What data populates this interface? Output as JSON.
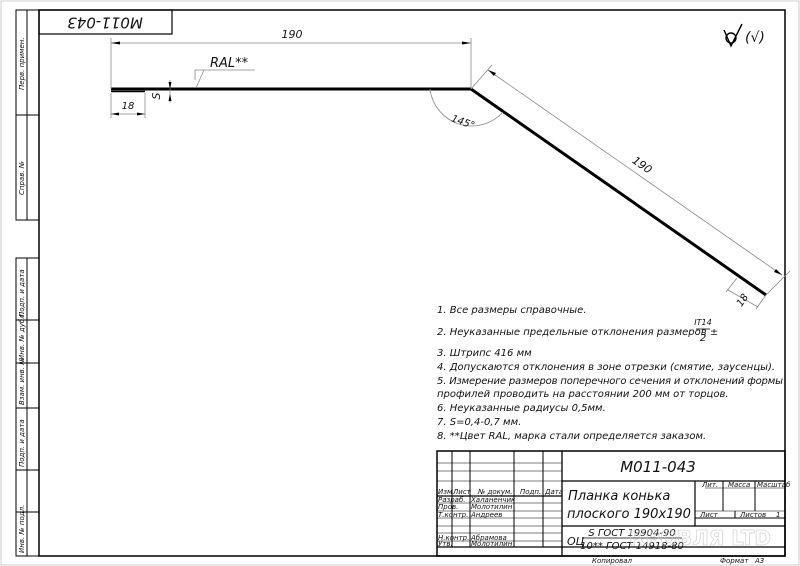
{
  "drawing": {
    "code": "М011-043",
    "code_rotated": "М011-043",
    "title_line1": "Планка конька",
    "title_line2": "плоского  190х190",
    "material_prefix": "ОЦ",
    "material_top": "S ГОСТ 19904-90",
    "material_bottom": "10** ГОСТ 14918-80",
    "format_label": "Формат",
    "format_value": "А3",
    "copied_label": "Копировал",
    "watermark": "КРОВЛЯ LTD"
  },
  "dimensions": {
    "top_length": "190",
    "diag_length": "190",
    "left_hem": "18",
    "right_hem": "18",
    "thickness": "S",
    "angle": "145°",
    "coating_label": "RAL**"
  },
  "notes": [
    "1. Все размеры справочные.",
    "2. Неуказанные предельные отклонения размеров ±",
    "3. Штрипс 416 мм",
    "4. Допускаются отклонения в зоне отрезки (смятие, заусенцы).",
    "5. Измерение размеров поперечного сечения и отклонений формы",
    "профилей проводить на расстоянии 200 мм от торцов.",
    "6. Неуказанные радиусы 0,5мм.",
    "7. S=0,4-0,7 мм.",
    "8. **Цвет RAL, марка стали определяется заказом."
  ],
  "tolerance_fraction": {
    "numerator": "IT14",
    "denominator": "2"
  },
  "title_block": {
    "headers": [
      "Изм",
      "Лист",
      "№ докум.",
      "Подп.",
      "Дата"
    ],
    "rows": [
      {
        "role": "Разраб.",
        "name": "Халаненчик"
      },
      {
        "role": "Пров.",
        "name": "Молотилин"
      },
      {
        "role": "Т.контр.",
        "name": "Андреев"
      },
      {
        "role": "Н.контр.",
        "name": "Абрамова"
      },
      {
        "role": "Утв.",
        "name": "Молотилин"
      }
    ],
    "lit_label": "Лит.",
    "mass_label": "Масса",
    "scale_label": "Масштаб",
    "sheet_label": "Лист",
    "sheets_label": "Листов",
    "sheets_value": "1"
  },
  "side_stamp": [
    "Перв. примен.",
    "Справ. №",
    "Подп. и дата",
    "Инв. № дубл.",
    "Взам. инв. №",
    "Подп. и дата",
    "Инв. № подл."
  ],
  "roughness_symbol": "(√)"
}
